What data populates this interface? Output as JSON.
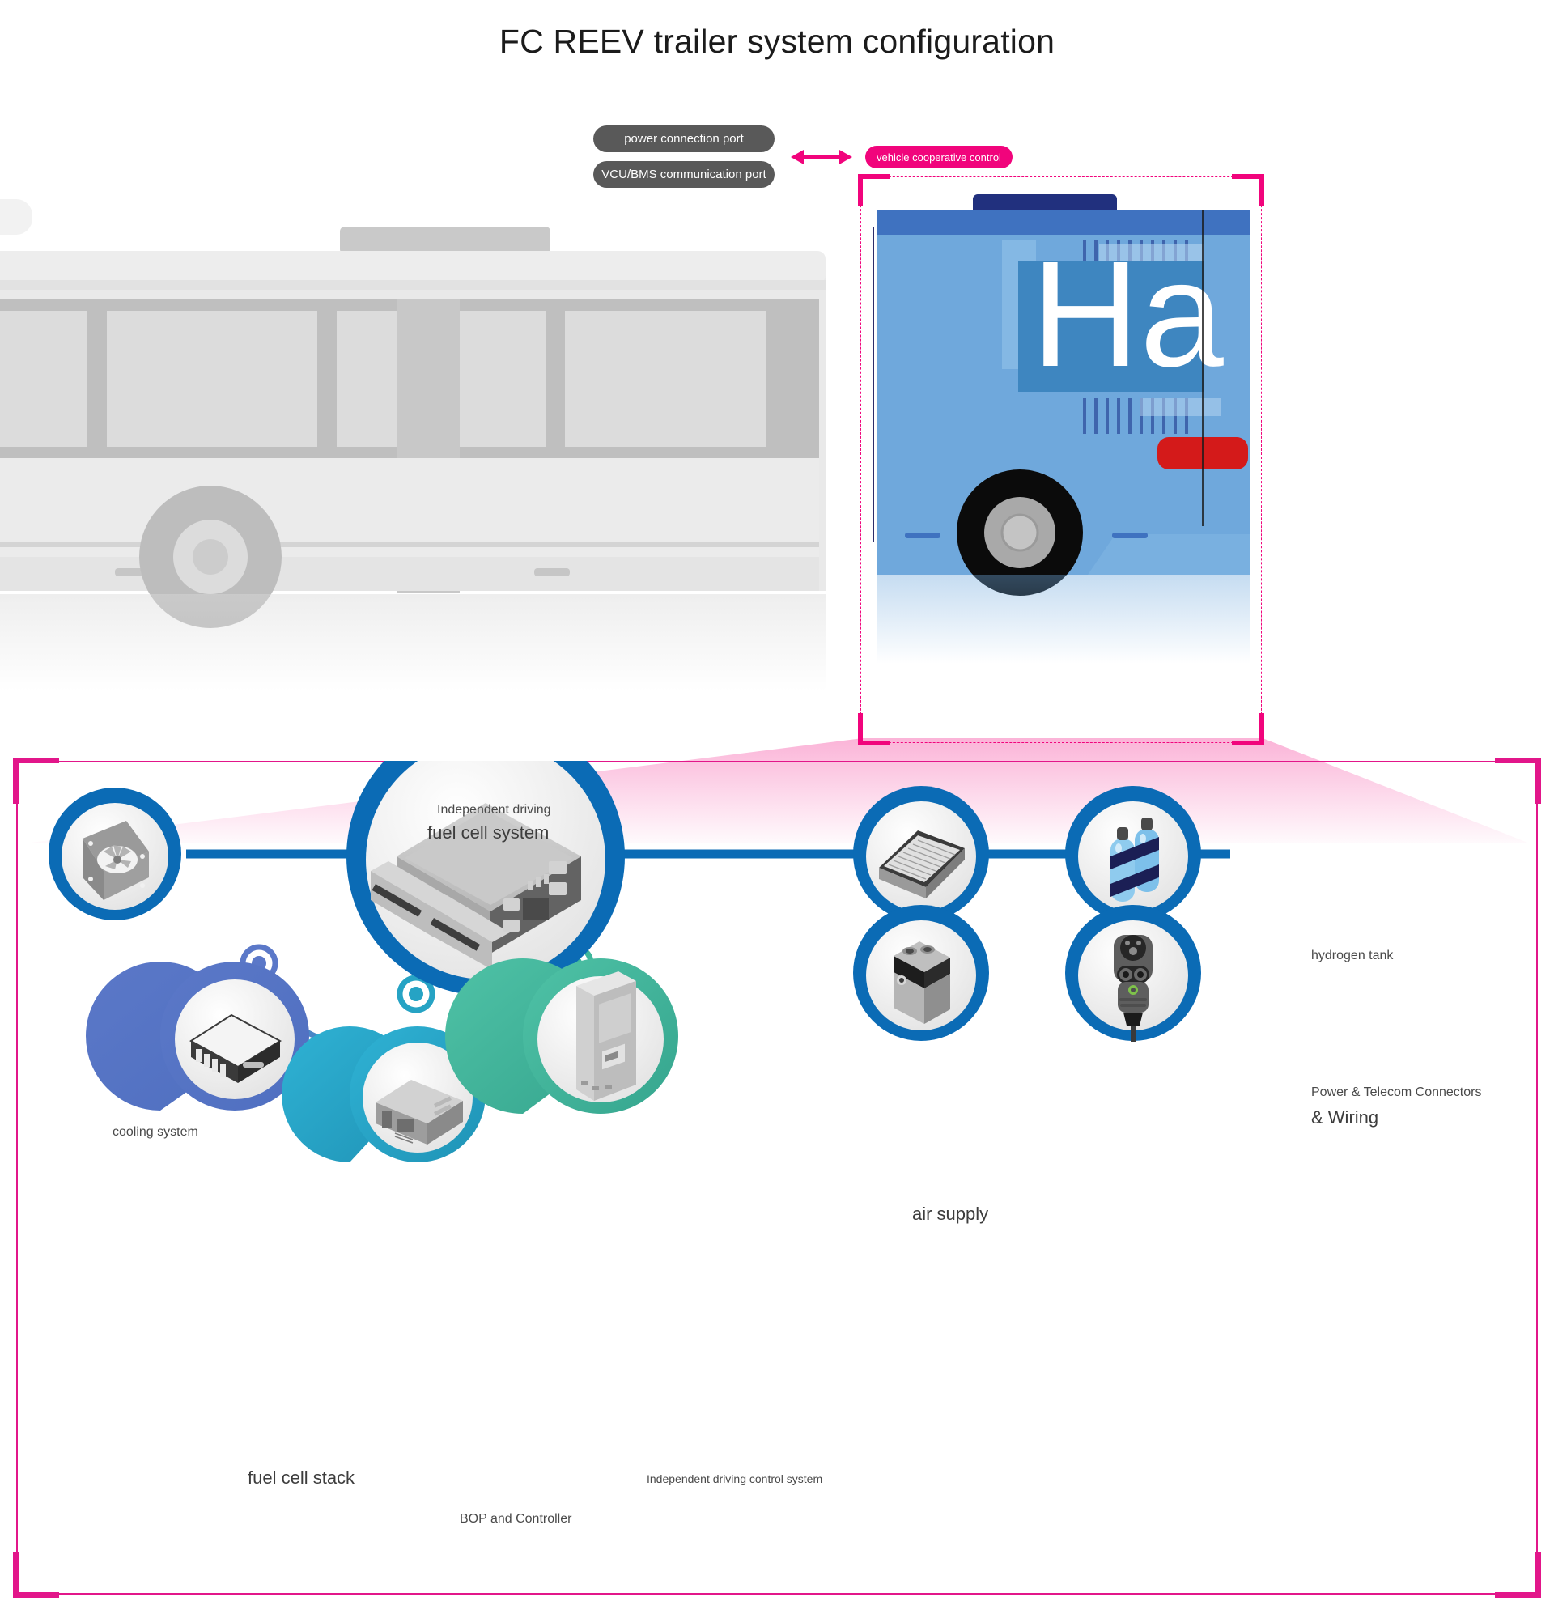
{
  "title": "FC REEV trailer system configuration",
  "top_scene": {
    "pills": [
      {
        "id": "power-connection-port",
        "label": "power connection port",
        "style": "dark"
      },
      {
        "id": "vcu-bms-communication-port",
        "label": "VCU/BMS communication port",
        "style": "dark"
      },
      {
        "id": "vehicle-cooperative-control",
        "label": "vehicle cooperative control",
        "style": "pink"
      }
    ],
    "trailer_badge_text": "Ha",
    "colors": {
      "pill_dark": "#595959",
      "pill_pink": "#f1047c",
      "selection_pink": "#e2168a",
      "bus_body": "#e8e8e8",
      "trailer_body": "#6fa8dc",
      "trailer_roof": "#2f4f9e",
      "trailer_taillight": "#d41a1a"
    }
  },
  "diagram": {
    "nodes": [
      {
        "id": "cooling-system",
        "label": "cooling system",
        "icon": "radiator-fan-icon",
        "ring": "#0b6bb5"
      },
      {
        "id": "fuel-cell-system",
        "label_small": "Independent driving",
        "label_main": "fuel cell system",
        "icon": "fuel-cell-module-icon",
        "ring": "#0b6bb5"
      },
      {
        "id": "air-filter",
        "label": "",
        "icon": "air-filter-icon",
        "ring": "#0b6bb5"
      },
      {
        "id": "air-supply",
        "label": "air supply",
        "icon": "air-compressor-icon",
        "ring": "#0b6bb5"
      },
      {
        "id": "hydrogen-tank",
        "label": "hydrogen tank",
        "icon": "hydrogen-cylinders-icon",
        "ring": "#0b6bb5"
      },
      {
        "id": "power-telecom-connectors",
        "label_line1": "Power & Telecom Connectors",
        "label_line2": "& Wiring",
        "icon": "charging-connector-icon",
        "ring": "#0b6bb5"
      },
      {
        "id": "fuel-cell-stack",
        "label": "fuel cell stack",
        "icon": "stack-module-icon",
        "ring": "#5b78c8"
      },
      {
        "id": "bop-and-controller",
        "label": "BOP and Controller",
        "icon": "controller-box-icon",
        "ring": "#26a3c4"
      },
      {
        "id": "independent-driving-control-system",
        "label": "Independent driving control system",
        "icon": "control-cabinet-icon",
        "ring": "#3fb79c"
      }
    ],
    "connector_dots": 3,
    "colors": {
      "trunk_line": "#0b6bb5",
      "ring_blue": "#0b6bb5",
      "ring_purple": "#5b78c8",
      "ring_cyan": "#26a3c4",
      "ring_teal": "#3fb79c",
      "icon_plate": "#f0f0f0"
    }
  }
}
